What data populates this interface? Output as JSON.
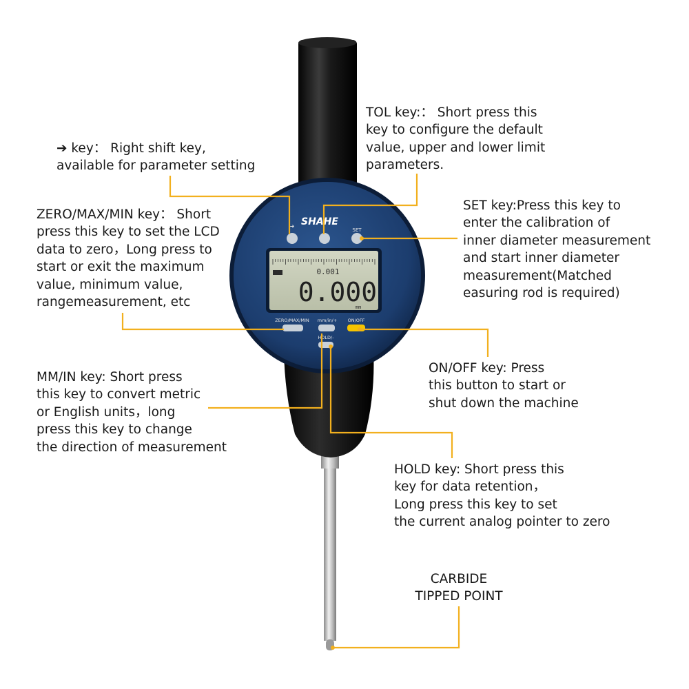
{
  "device": {
    "brand": "SHAHE",
    "reading": "0.000",
    "resolution": "0.001",
    "unit": "mm",
    "keys": {
      "zero_max_min": "ZERO/MAX/MIN",
      "mm_in": "mm/in/+",
      "on_off": "ON/OFF",
      "hold": "HOLD/-",
      "set": "SET"
    }
  },
  "callouts": {
    "tol_key": [
      "TOL key:： Short press this",
      "key to configure the default",
      "value, upper and lower limit",
      "parameters."
    ],
    "right_shift_key": [
      "➔ key： Right shift key,",
      "available for parameter setting"
    ],
    "zero_max_min_key": [
      "ZERO/MAX/MIN key： Short",
      "press this key to set the LCD",
      "data to zero，Long press to",
      "start or exit the maximum",
      "value, minimum value,",
      "rangemeasurement, etc"
    ],
    "set_key": [
      "SET key:Press this key to",
      "enter the calibration of",
      "inner diameter measurement",
      "and start inner diameter",
      "measurement(Matched",
      "easuring rod is required)"
    ],
    "on_off_key": [
      "ON/OFF key: Press",
      "this button to start or",
      "shut down the machine"
    ],
    "mm_in_key": [
      "MM/IN key: Short press",
      "this key to convert metric",
      "or English units，long",
      "press this key to change",
      "the direction of measurement"
    ],
    "hold_key": [
      "HOLD key: Short press this",
      "key for data retention，",
      "Long press this key to set",
      "the current analog pointer to zero"
    ],
    "carbide_point": [
      "CARBIDE",
      "TIPPED POINT"
    ]
  },
  "colors": {
    "leader": "#f2b01e",
    "dial_blue": "#1d3f73",
    "lcd": "#c7ccb7",
    "body_black": "#111111",
    "on_off_button": "#f5c400"
  }
}
